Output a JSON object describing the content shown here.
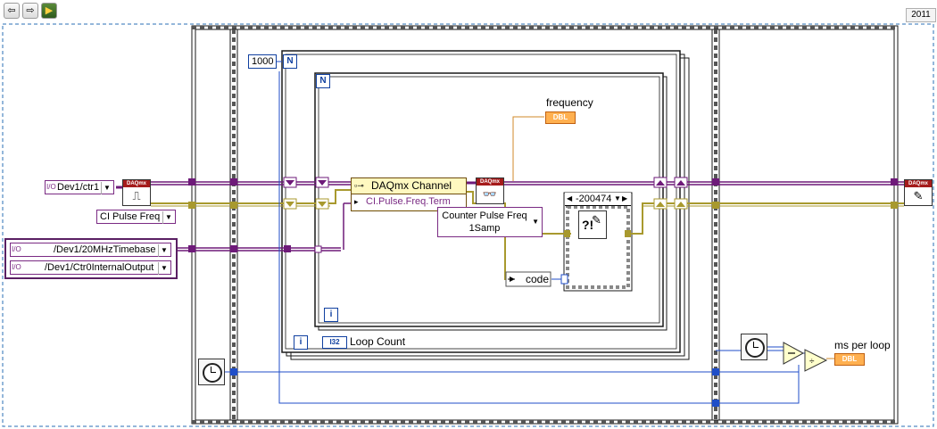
{
  "toolbar": {
    "run_icon": "run-arrow-icon",
    "next_icon": "step-arrow-icon",
    "vi_icon": "labview-vi-icon",
    "version": "2011"
  },
  "controls": {
    "counter_channel": "Dev1/ctr1",
    "ci_pulse_freq": "CI Pulse Freq",
    "timebase_terminal": "/Dev1/20MHzTimebase",
    "ctr_internal_output": "/Dev1/Ctr0InternalOutput"
  },
  "outer_loop": {
    "count_constant": "1000",
    "count_terminal": "N",
    "iteration_terminal": "i",
    "iteration_type": "I32",
    "iteration_label": "Loop Count"
  },
  "inner_loop": {
    "count_terminal": "N",
    "iteration_terminal": "i"
  },
  "property_node": {
    "class": "DAQmx Channel",
    "property": "CI.Pulse.Freq.Term"
  },
  "read_node": {
    "header": "DAQmx",
    "mode_line1": "Counter Pulse Freq",
    "mode_line2": "1Samp"
  },
  "indicators": {
    "frequency_label": "frequency",
    "frequency_type": "DBL",
    "ms_per_loop_label": "ms per loop",
    "ms_per_loop_type": "DBL"
  },
  "error_case": {
    "selector_value": "-200474",
    "unbundle_label": "code"
  },
  "daq_nodes": {
    "create_header": "DAQmx",
    "clear_header": "DAQmx"
  },
  "colors": {
    "daqmx_wire": "#6e1a79",
    "error_wire": "#b2a23a",
    "numeric_wire": "#1f4ec8",
    "dbl_wire": "#d08a28",
    "structure_border": "#1a1a1a"
  }
}
